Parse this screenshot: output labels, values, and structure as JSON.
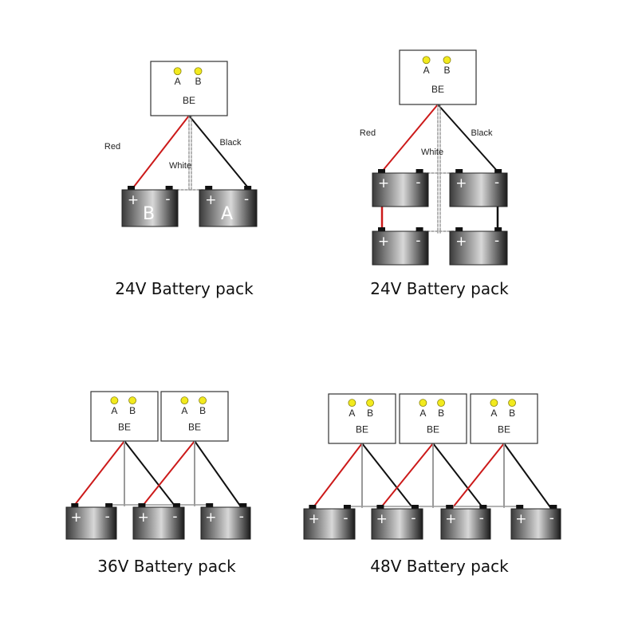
{
  "colors": {
    "red_wire": "#cc1a1a",
    "black_wire": "#111111",
    "white_wire": "#9a9a9a",
    "led": "#f2ea1e"
  },
  "be_labels": {
    "led_a": "A",
    "led_b": "B",
    "name": "BE"
  },
  "wire_labels": {
    "red": "Red",
    "black": "Black",
    "white": "White"
  },
  "terminals": {
    "plus": "+",
    "minus": "-"
  },
  "battery_letters": {
    "b": "B",
    "a": "A"
  },
  "panels": [
    {
      "caption": "24V Battery pack"
    },
    {
      "caption": "24V Battery pack"
    },
    {
      "caption": "36V Battery pack"
    },
    {
      "caption": "48V Battery pack"
    }
  ]
}
